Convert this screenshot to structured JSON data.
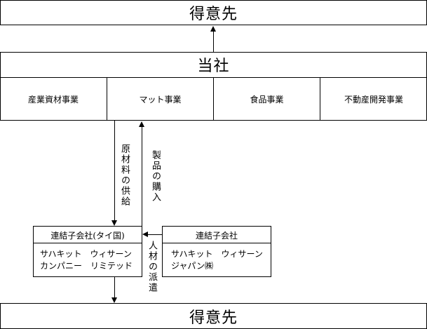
{
  "top_customer": {
    "label": "得意先"
  },
  "company": {
    "label": "当社",
    "segments": [
      "産業資材事業",
      "マット事業",
      "食品事業",
      "不動産開発事業"
    ]
  },
  "arrows": {
    "supply_label": "原材料の供給",
    "purchase_label": "製品の購入",
    "dispatch_label": "人材の派遣"
  },
  "subsidiary_thai": {
    "title": "連結子会社(タイ国)",
    "name_line1": "サハキット　ウィサーン",
    "name_line2": "カンパニー　リミテッド"
  },
  "subsidiary_japan": {
    "title": "連結子会社",
    "name_line1": "サハキット　ウィサーン",
    "name_line2": "ジャパン㈱"
  },
  "bottom_customer": {
    "label": "得意先"
  }
}
